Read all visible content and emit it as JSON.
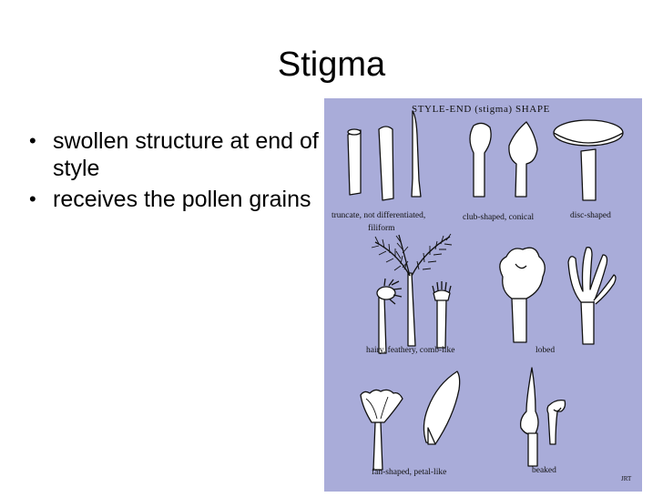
{
  "slide": {
    "title": "Stigma",
    "bullets": [
      "swollen structure at end of style",
      "receives the pollen grains"
    ]
  },
  "figure": {
    "heading": "STYLE-END (stigma) SHAPE",
    "captions": {
      "truncate": "truncate, not differentiated,",
      "filiform": "filiform",
      "club": "club-shaped, conical",
      "disc": "disc-shaped",
      "hairy": "hairy, feathery, comb-like",
      "lobed": "lobed",
      "fan": "fan-shaped, petal-like",
      "beaked": "beaked",
      "credit": "JRT"
    },
    "background_color": "#a9acd9"
  }
}
